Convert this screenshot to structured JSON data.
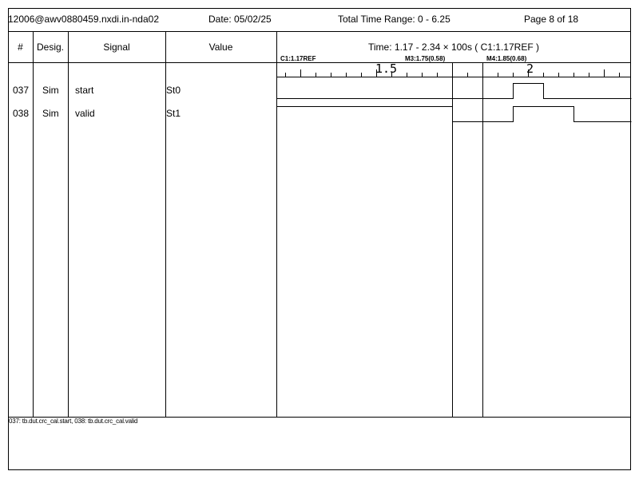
{
  "header": {
    "user_host": "12006@awv0880459.nxdi.in-nda02",
    "date": "Date: 05/02/25",
    "time_range": "Total Time Range: 0 - 6.25",
    "page": "Page 8 of 18"
  },
  "columns": {
    "number": "#",
    "designator": "Desig.",
    "signal": "Signal",
    "value": "Value",
    "time": "Time: 1.17 - 2.34 × 100s ( C1:1.17REF )"
  },
  "ruler": {
    "cursor_ref": "C1:1.17REF",
    "marker_m3": "M3:1.75(0.58)",
    "marker_m4": "M4:1.85(0.68)",
    "major_labels": [
      "1.5",
      "2"
    ],
    "time_start": 1.17,
    "time_end": 2.34,
    "m3_time": 1.75,
    "m4_time": 1.85
  },
  "rows": [
    {
      "num": "037",
      "desig": "Sim",
      "signal": "start",
      "value": "St0",
      "wave": [
        [
          1.17,
          0
        ],
        [
          1.95,
          1
        ],
        [
          2.05,
          0
        ],
        [
          2.34,
          0
        ]
      ]
    },
    {
      "num": "038",
      "desig": "Sim",
      "signal": "valid",
      "value": "St1",
      "wave": [
        [
          1.17,
          1
        ],
        [
          1.75,
          0
        ],
        [
          1.95,
          1
        ],
        [
          2.15,
          0
        ],
        [
          2.34,
          0
        ]
      ]
    }
  ],
  "footer": {
    "text": "037: tb.dut.crc_cal.start, 038: tb.dut.crc_cal.valid"
  }
}
